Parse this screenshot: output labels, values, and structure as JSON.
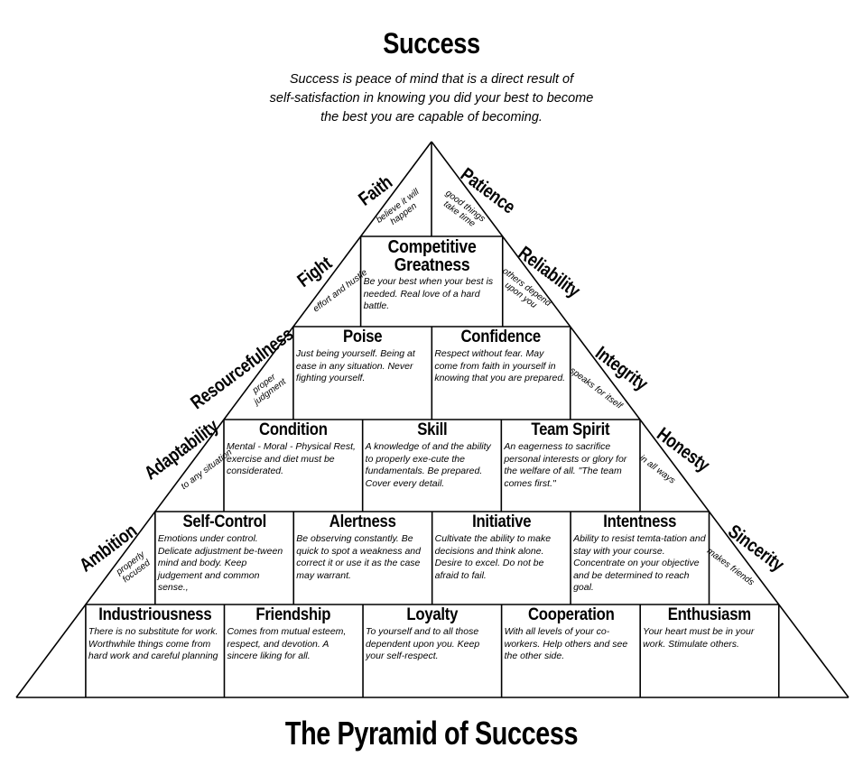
{
  "header": {
    "title": "Success",
    "subtitle_lines": [
      "Success is peace of mind that is a direct result of",
      "self-satisfaction in knowing you did your best to become",
      "the best you are capable of becoming."
    ]
  },
  "footer": {
    "title": "The Pyramid of Success"
  },
  "rows": [
    [
      {
        "title": "Competitive Greatness",
        "text": "Be your best when your best is needed. Real love of a hard battle."
      }
    ],
    [
      {
        "title": "Poise",
        "text": "Just being yourself. Being at ease in any situation. Never fighting yourself."
      },
      {
        "title": "Confidence",
        "text": "Respect without fear. May come from faith in yourself in knowing that you are prepared."
      }
    ],
    [
      {
        "title": "Condition",
        "text": "Mental - Moral - Physical Rest, exercise and diet must be considerated."
      },
      {
        "title": "Skill",
        "text": "A knowledge of and the ability to properly exe-cute the fundamentals. Be prepared. Cover every detail."
      },
      {
        "title": "Team Spirit",
        "text": "An eagerness to sacrifice personal interests or glory for the welfare of all. \"The team comes first.\""
      }
    ],
    [
      {
        "title": "Self-Control",
        "text": "Emotions under control. Delicate adjustment be-tween mind and body. Keep judgement and common sense.,"
      },
      {
        "title": "Alertness",
        "text": "Be observing constantly. Be quick to spot a weakness and correct it or use it as the case may warrant."
      },
      {
        "title": "Initiative",
        "text": "Cultivate the ability to make decisions and think alone. Desire to excel. Do not be afraid to fail."
      },
      {
        "title": "Intentness",
        "text": "Ability to resist temta-tation and stay with your course. Concentrate on your objective and be determined to reach goal."
      }
    ],
    [
      {
        "title": "Industriousness",
        "text": "There is no substitute for work. Worthwhile things come from hard work and careful planning"
      },
      {
        "title": "Friendship",
        "text": "Comes from mutual esteem, respect, and devotion. A sincere liking for all."
      },
      {
        "title": "Loyalty",
        "text": "To yourself and to all those dependent upon you. Keep your self-respect."
      },
      {
        "title": "Cooperation",
        "text": "With all levels of your co-workers. Help others and see the other side."
      },
      {
        "title": "Enthusiasm",
        "text": "Your heart must be in your work. Stimulate others."
      }
    ]
  ],
  "left_side": [
    {
      "label": "Faith",
      "note": "believe it will happen"
    },
    {
      "label": "Fight",
      "note": "effort and hustle"
    },
    {
      "label": "Resourcefulness",
      "note": "proper judgment"
    },
    {
      "label": "Adaptability",
      "note": "to any situation"
    },
    {
      "label": "Ambition",
      "note": "properly focused"
    }
  ],
  "right_side": [
    {
      "label": "Patience",
      "note": "good things take time"
    },
    {
      "label": "Reliability",
      "note": "others depend upon you"
    },
    {
      "label": "Integrity",
      "note": "speaks for itself"
    },
    {
      "label": "Honesty",
      "note": "in all ways"
    },
    {
      "label": "Sincerity",
      "note": "makes friends"
    }
  ]
}
